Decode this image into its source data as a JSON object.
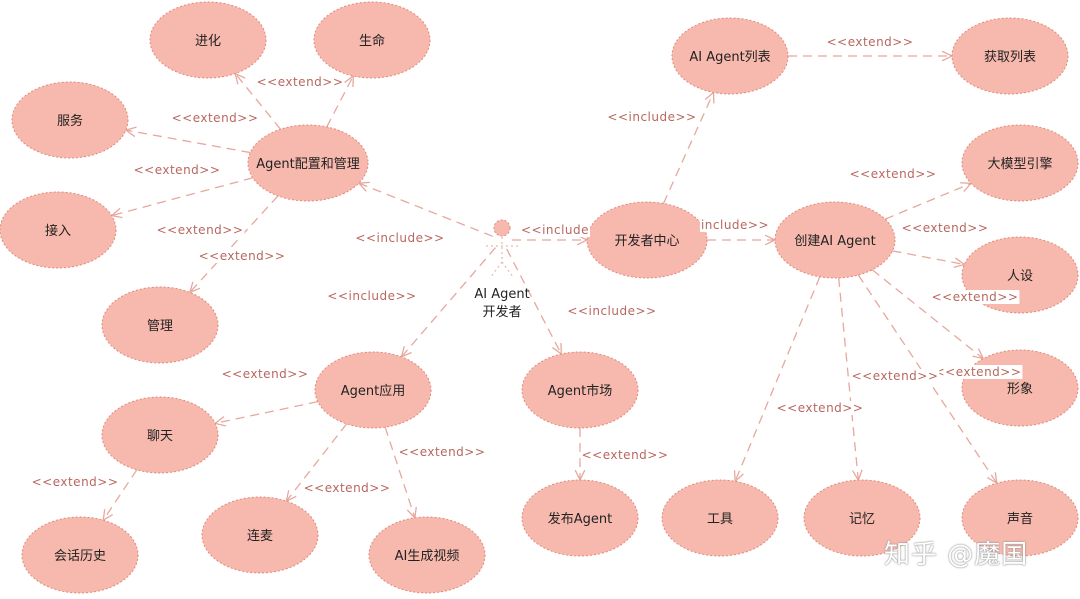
{
  "colors": {
    "fill": "#f7b9ad",
    "stroke": "#e0897b",
    "line": "#e6a89e",
    "label": "#b8675f",
    "text": "#222222"
  },
  "actor": {
    "id": "actor",
    "label_line1": "AI Agent",
    "label_line2": "开发者"
  },
  "use_cases": [
    {
      "id": "evolve",
      "label": "进化"
    },
    {
      "id": "life",
      "label": "生命"
    },
    {
      "id": "service",
      "label": "服务"
    },
    {
      "id": "config",
      "label": "Agent配置和管理"
    },
    {
      "id": "access",
      "label": "接入"
    },
    {
      "id": "manage",
      "label": "管理"
    },
    {
      "id": "list",
      "label": "AI Agent列表"
    },
    {
      "id": "getlist",
      "label": "获取列表"
    },
    {
      "id": "devcenter",
      "label": "开发者中心"
    },
    {
      "id": "create",
      "label": "创建AI Agent"
    },
    {
      "id": "llm",
      "label": "大模型引擎"
    },
    {
      "id": "persona",
      "label": "人设"
    },
    {
      "id": "image",
      "label": "形象"
    },
    {
      "id": "voice",
      "label": "声音"
    },
    {
      "id": "tools",
      "label": "工具"
    },
    {
      "id": "memory",
      "label": "记忆"
    },
    {
      "id": "market",
      "label": "Agent市场"
    },
    {
      "id": "publish",
      "label": "发布Agent"
    },
    {
      "id": "app",
      "label": "Agent应用"
    },
    {
      "id": "chat",
      "label": "聊天"
    },
    {
      "id": "history",
      "label": "会话历史"
    },
    {
      "id": "mic",
      "label": "连麦"
    },
    {
      "id": "video",
      "label": "AI生成视频"
    }
  ],
  "relations": [
    {
      "from": "config",
      "to": "life",
      "label": "<<extend>>"
    },
    {
      "from": "config",
      "to": "evolve",
      "label": "<<extend>>"
    },
    {
      "from": "config",
      "to": "service",
      "label": "<<extend>>"
    },
    {
      "from": "config",
      "to": "access",
      "label": "<<extend>>"
    },
    {
      "from": "config",
      "to": "manage",
      "label": "<<extend>>"
    },
    {
      "from": "actor",
      "to": "config",
      "label": "<<include>>"
    },
    {
      "from": "actor",
      "to": "devcenter",
      "label": "<<include"
    },
    {
      "from": "devcenter",
      "to": "list",
      "label": "<<include>>"
    },
    {
      "from": "list",
      "to": "getlist",
      "label": "<<extend>>"
    },
    {
      "from": "devcenter",
      "to": "create",
      "label": "include>>"
    },
    {
      "from": "create",
      "to": "llm",
      "label": "<<extend>>"
    },
    {
      "from": "create",
      "to": "persona",
      "label": "<<extend>>"
    },
    {
      "from": "create",
      "to": "image",
      "label": "<<extend>>"
    },
    {
      "from": "create",
      "to": "voice",
      "label": "<<extend>>"
    },
    {
      "from": "create",
      "to": "memory",
      "label": "<<extend>>"
    },
    {
      "from": "create",
      "to": "tools",
      "label": "<<extend>>"
    },
    {
      "from": "actor",
      "to": "app",
      "label": "<<include>>"
    },
    {
      "from": "actor",
      "to": "market",
      "label": "<<include>>"
    },
    {
      "from": "market",
      "to": "publish",
      "label": "<<extend>>"
    },
    {
      "from": "app",
      "to": "chat",
      "label": "<<extend>>"
    },
    {
      "from": "chat",
      "to": "history",
      "label": "<<extend>>"
    },
    {
      "from": "app",
      "to": "mic",
      "label": "<<extend>>"
    },
    {
      "from": "app",
      "to": "video",
      "label": "<<extend>>"
    }
  ],
  "watermark": "知乎 @魔国"
}
